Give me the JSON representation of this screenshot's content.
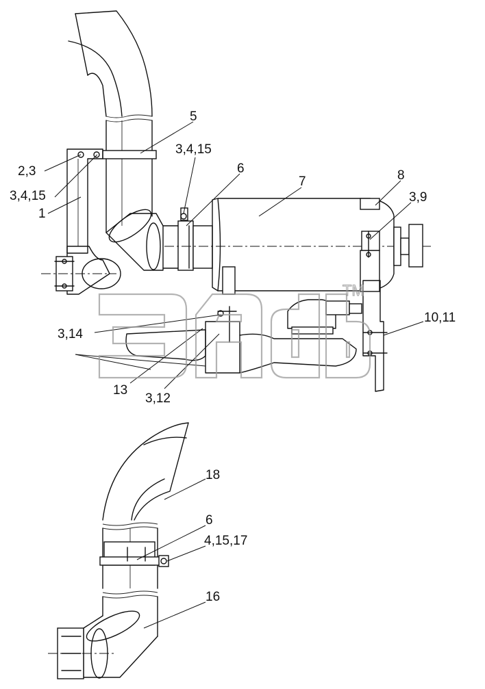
{
  "callouts": {
    "c5": "5",
    "c2_3": "2,3",
    "c3_4_15_top": "3,4,15",
    "c6_top": "6",
    "c7": "7",
    "c8": "8",
    "c3_9": "3,9",
    "c3_4_15_left": "3,4,15",
    "c1": "1",
    "c10_11": "10,11",
    "c3_14": "3,14",
    "c13": "13",
    "c3_12": "3,12",
    "c18": "18",
    "c6_bottom": "6",
    "c4_15_17": "4,15,17",
    "c16": "16"
  },
  "watermark": {
    "trademark": "TM"
  }
}
